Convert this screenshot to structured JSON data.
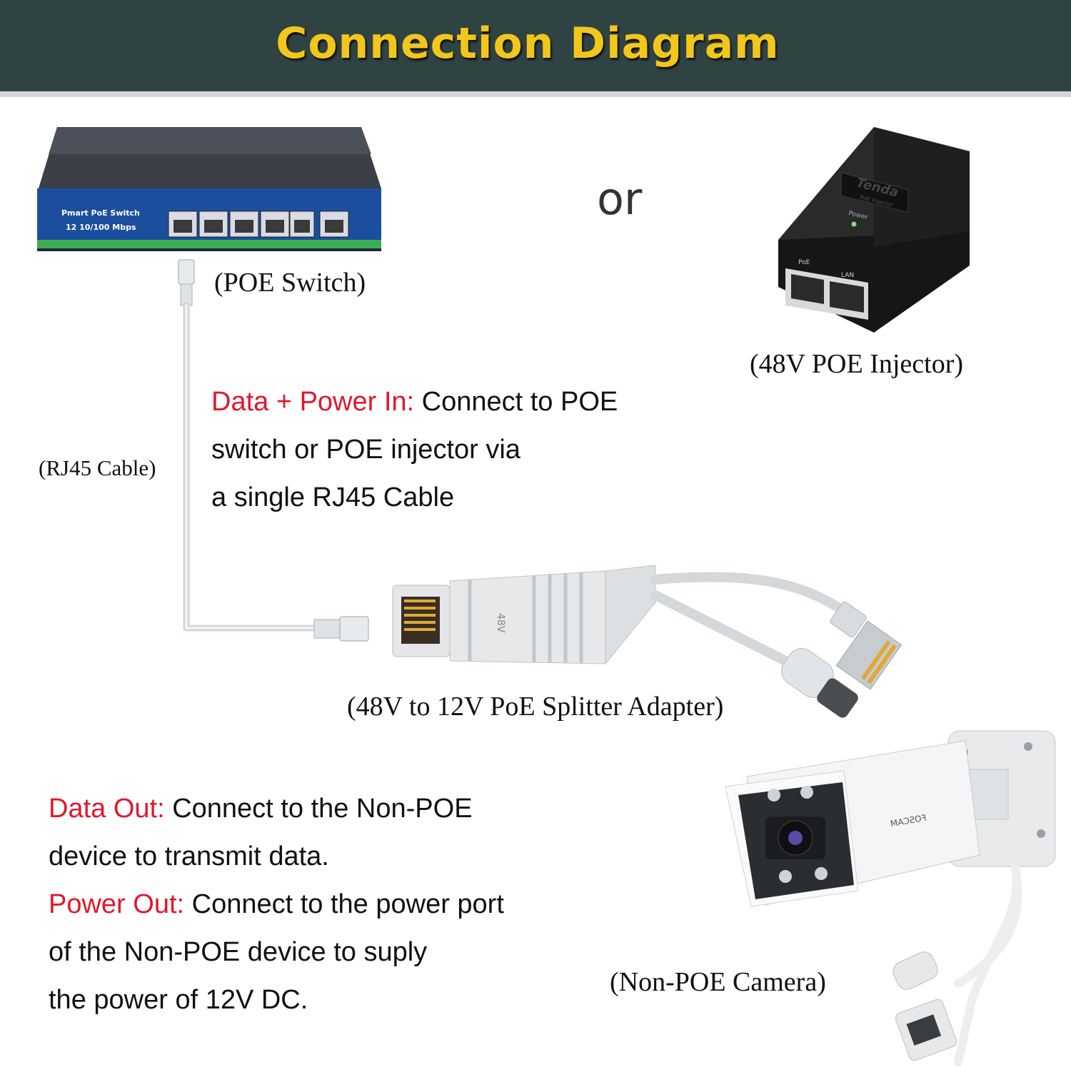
{
  "header": {
    "title": "Connection Diagram"
  },
  "colors": {
    "header_bg": "#2f4343",
    "title": "#f3c61c",
    "key": "#e3172c"
  },
  "poe_switch": {
    "brand_line1": "Pmart PoE Switch",
    "brand_line2": "12 10/100 Mbps",
    "label": "(POE Switch)"
  },
  "or_text": "or",
  "poe_injector": {
    "brand": "Tenda",
    "sub": "PoE Injector",
    "power_label": "Power",
    "port_poe": "PoE",
    "port_lan": "LAN",
    "label": "(48V POE Injector)"
  },
  "cable": {
    "label": "(RJ45 Cable)"
  },
  "data_power_in": {
    "key": "Data + Power In:",
    "line1_rest": " Connect to POE",
    "line2": "switch or POE injector via",
    "line3": "a single RJ45 Cable"
  },
  "splitter": {
    "marking": "48V",
    "label": "(48V to 12V PoE Splitter Adapter)"
  },
  "data_out": {
    "key": "Data Out:",
    "line1_rest": " Connect to the Non-POE",
    "line2": "device to transmit data."
  },
  "power_out": {
    "key": "Power Out:",
    "line1_rest": " Connect to the power port",
    "line2": "of the Non-POE device to suply",
    "line3": "the power of 12V DC."
  },
  "camera": {
    "brand": "FOSCAM",
    "label": "(Non-POE Camera)"
  }
}
